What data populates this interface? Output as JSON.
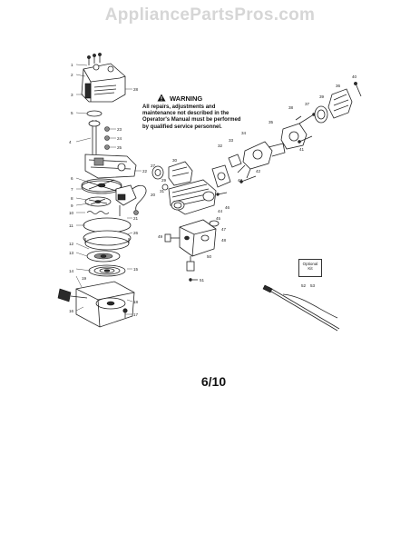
{
  "watermark": "AppliancePartsPros.com",
  "warning": {
    "title": "WARNING",
    "body": "All repairs, adjustments and maintenance not described in the Operator's Manual must be performed by qualified service personnel."
  },
  "page_label": "6/10",
  "optional_kit": {
    "line1": "Optional",
    "line2": "Kit"
  },
  "callouts": {
    "c1": "1",
    "c2": "2",
    "c3": "3",
    "c4": "4",
    "c5": "5",
    "c6": "6",
    "c7": "7",
    "c8": "8",
    "c9": "9",
    "c10": "10",
    "c11": "11",
    "c12": "12",
    "c13": "13",
    "c14": "14",
    "c15": "15",
    "c16": "16",
    "c17": "17",
    "c18": "18",
    "c19": "19",
    "c20": "20",
    "c21": "21",
    "c22": "22",
    "c23": "23",
    "c24": "24",
    "c25": "25",
    "c26": "26",
    "c27": "27",
    "c28": "28",
    "c29": "29",
    "c30": "30",
    "c31": "31",
    "c32": "32",
    "c33": "33",
    "c34": "34",
    "c35": "35",
    "c36": "36",
    "c37": "37",
    "c38": "38",
    "c39": "39",
    "c40": "40",
    "c41": "41",
    "c42": "42",
    "c43": "43",
    "c44": "44",
    "c45": "45",
    "c46": "46",
    "c47": "47",
    "c48": "48",
    "c49": "49",
    "c50": "50",
    "c51": "51",
    "c52": "52",
    "c53": "53"
  }
}
